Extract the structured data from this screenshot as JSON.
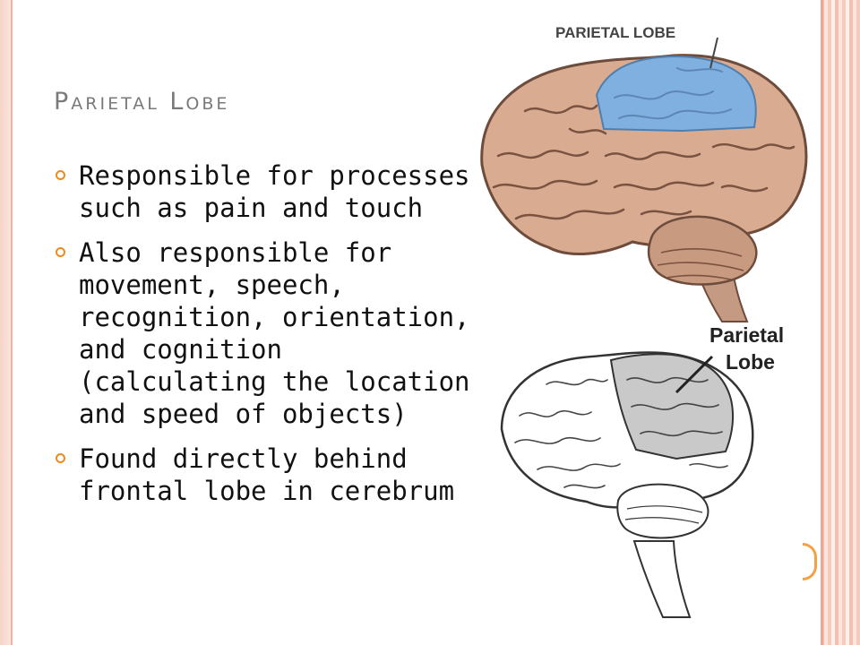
{
  "slide": {
    "title": "Parietal Lobe",
    "bullets": [
      "Responsible for processes such as pain and touch",
      "Also responsible for movement, speech, recognition, orientation, and cognition (calculating the location and speed of objects)",
      "Found directly behind frontal lobe in cerebrum"
    ]
  },
  "figures": {
    "top_label": "PARIETAL LOBE",
    "bottom_label_line1": "Parietal",
    "bottom_label_line2": "Lobe"
  },
  "colors": {
    "title": "#7a7a7a",
    "bullet_marker": "#ec8a20",
    "frame": "#f3c0b1",
    "parietal_highlight": "#7fb0e0",
    "brain_tissue": "#d9ac92",
    "diagram_highlight": "#c9c9c9"
  },
  "icons": {
    "bullet": "circle-outline-icon"
  }
}
